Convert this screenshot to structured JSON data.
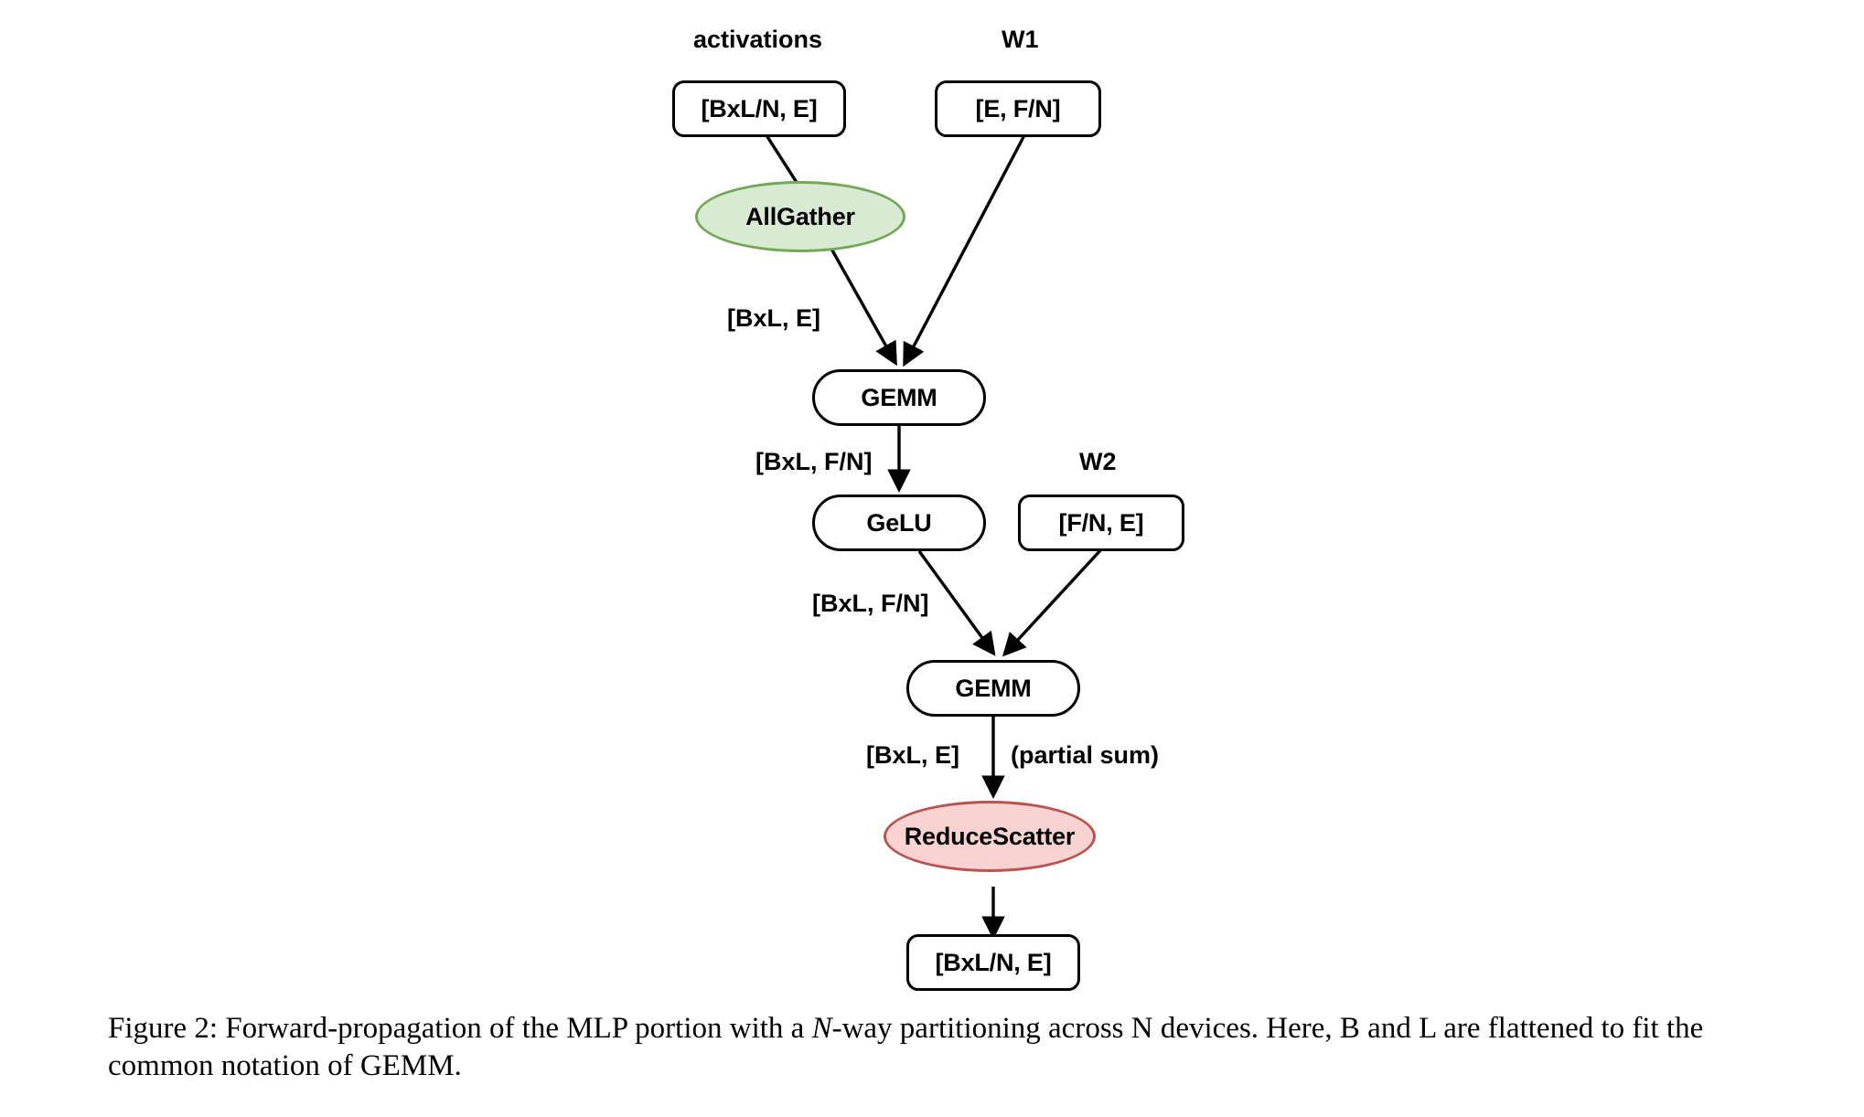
{
  "figure": {
    "caption_prefix": "Figure 2:",
    "caption_part1": " Forward-propagation of the MLP portion with a ",
    "caption_italic": "N",
    "caption_part2": "-way partitioning across N devices.  Here, B and L are flattened to fit the common notation of GEMM."
  },
  "colors": {
    "allgather_fill": "#d9ead3",
    "allgather_stroke": "#73a857",
    "reducescatter_fill": "#f8d3d1",
    "reducescatter_stroke": "#b85450",
    "node_stroke": "#000000",
    "node_fill": "#ffffff",
    "edge_stroke": "#000000",
    "text": "#000000"
  },
  "diagram": {
    "type": "flowchart",
    "title_labels": [
      {
        "id": "activations-title",
        "text": "activations"
      },
      {
        "id": "w1-title",
        "text": "W1"
      },
      {
        "id": "w2-title",
        "text": "W2"
      }
    ],
    "nodes": [
      {
        "id": "activations",
        "label": "[BxL/N, E]",
        "shape": "rounded-rect",
        "kind": "tensor"
      },
      {
        "id": "w1",
        "label": "[E, F/N]",
        "shape": "rounded-rect",
        "kind": "tensor"
      },
      {
        "id": "allgather",
        "label": "AllGather",
        "shape": "ellipse",
        "kind": "collective"
      },
      {
        "id": "gemm1",
        "label": "GEMM",
        "shape": "stadium",
        "kind": "op"
      },
      {
        "id": "gelu",
        "label": "GeLU",
        "shape": "stadium",
        "kind": "op"
      },
      {
        "id": "w2",
        "label": "[F/N, E]",
        "shape": "rounded-rect",
        "kind": "tensor"
      },
      {
        "id": "gemm2",
        "label": "GEMM",
        "shape": "stadium",
        "kind": "op"
      },
      {
        "id": "reducescatter",
        "label": "ReduceScatter",
        "shape": "ellipse",
        "kind": "collective"
      },
      {
        "id": "output",
        "label": "[BxL/N, E]",
        "shape": "rounded-rect",
        "kind": "tensor"
      }
    ],
    "edges": [
      {
        "id": "e-activations-allgather",
        "from": "activations",
        "to": "allgather",
        "label": "",
        "arrowhead": false
      },
      {
        "id": "e-allgather-gemm1",
        "from": "allgather",
        "to": "gemm1",
        "label": "[BxL, E]",
        "arrowhead": true
      },
      {
        "id": "e-w1-gemm1",
        "from": "w1",
        "to": "gemm1",
        "label": "",
        "arrowhead": true
      },
      {
        "id": "e-gemm1-gelu",
        "from": "gemm1",
        "to": "gelu",
        "label": "[BxL, F/N]",
        "arrowhead": true
      },
      {
        "id": "e-gelu-gemm2",
        "from": "gelu",
        "to": "gemm2",
        "label": "[BxL, F/N]",
        "arrowhead": true
      },
      {
        "id": "e-w2-gemm2",
        "from": "w2",
        "to": "gemm2",
        "label": "",
        "arrowhead": true
      },
      {
        "id": "e-gemm2-reducescatter",
        "from": "gemm2",
        "to": "reducescatter",
        "label": "[BxL, E]",
        "label2": "(partial sum)",
        "arrowhead": true
      },
      {
        "id": "e-reducescatter-output",
        "from": "reducescatter",
        "to": "output",
        "label": "",
        "arrowhead": true
      }
    ],
    "edge_labels": [
      {
        "id": "label-bxl-e-1",
        "text": "[BxL, E]"
      },
      {
        "id": "label-bxl-fn-1",
        "text": "[BxL, F/N]"
      },
      {
        "id": "label-bxl-fn-2",
        "text": "[BxL, F/N]"
      },
      {
        "id": "label-bxl-e-2",
        "text": "[BxL, E]"
      },
      {
        "id": "label-partial-sum",
        "text": "(partial sum)"
      }
    ]
  }
}
